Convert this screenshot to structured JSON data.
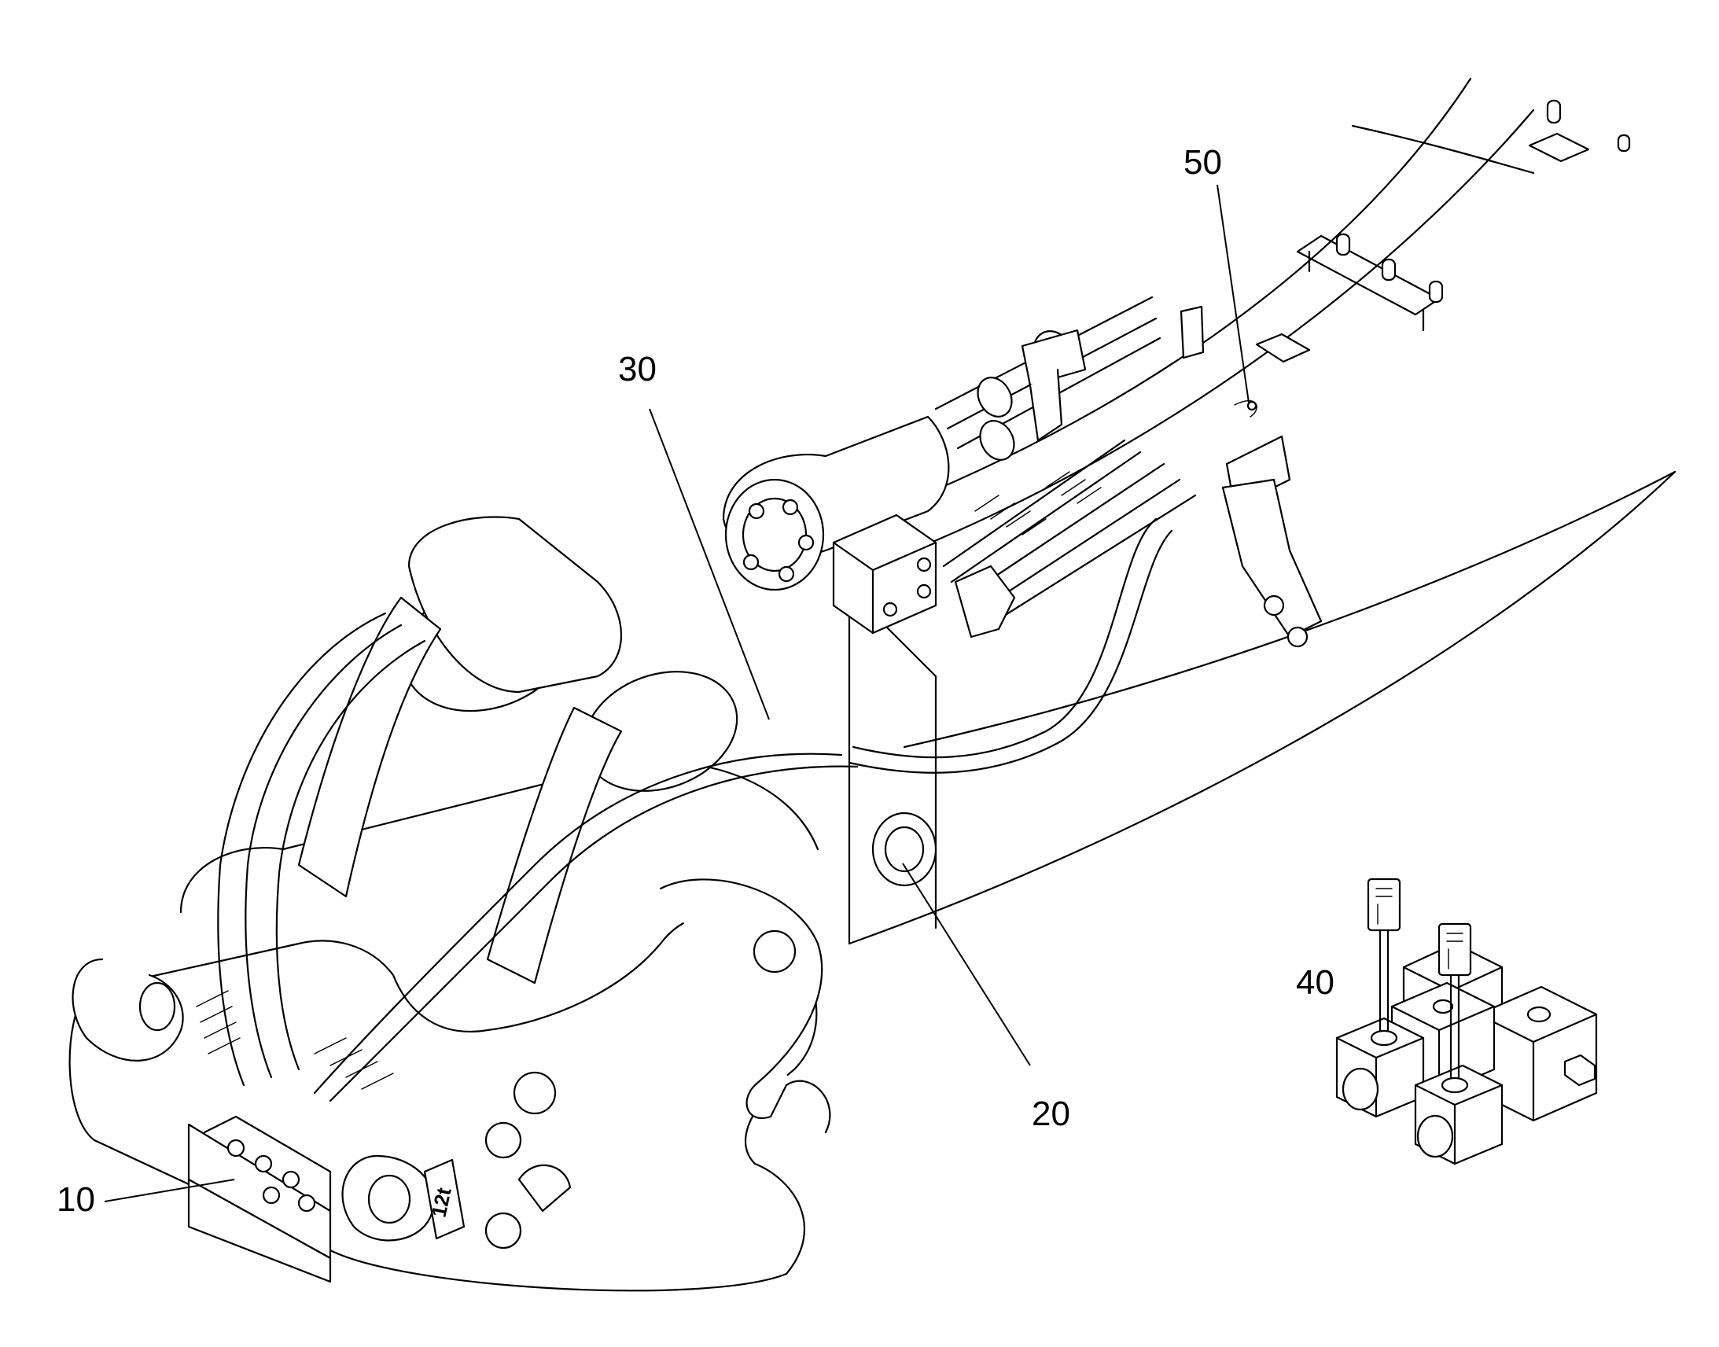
{
  "callouts": [
    {
      "id": "10",
      "text": "10"
    },
    {
      "id": "20",
      "text": "20"
    },
    {
      "id": "30",
      "text": "30"
    },
    {
      "id": "40",
      "text": "40"
    },
    {
      "id": "50",
      "text": "50"
    }
  ],
  "coupler_marking": "12t",
  "colors": {
    "ink": "#000000",
    "background": "#ffffff"
  }
}
